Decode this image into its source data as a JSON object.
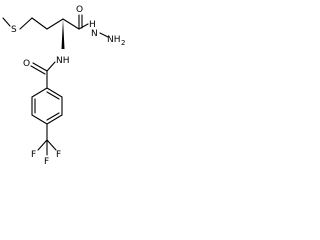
{
  "molecule": {
    "atoms": {
      "sulfur": "S",
      "carbonyl_oxygen_top": "O",
      "hydrazide_nh": "H",
      "hydrazide_n1": "N",
      "hydrazide_nh2": "NH",
      "hydrazide_h_subscript": "2",
      "amide_nitrogen": "NH",
      "amide_oxygen": "O",
      "fluorine_left": "F",
      "fluorine_center": "F",
      "fluorine_right": "F"
    },
    "colors": {
      "bond": "#000000",
      "text": "#000000",
      "background": "#ffffff"
    }
  }
}
